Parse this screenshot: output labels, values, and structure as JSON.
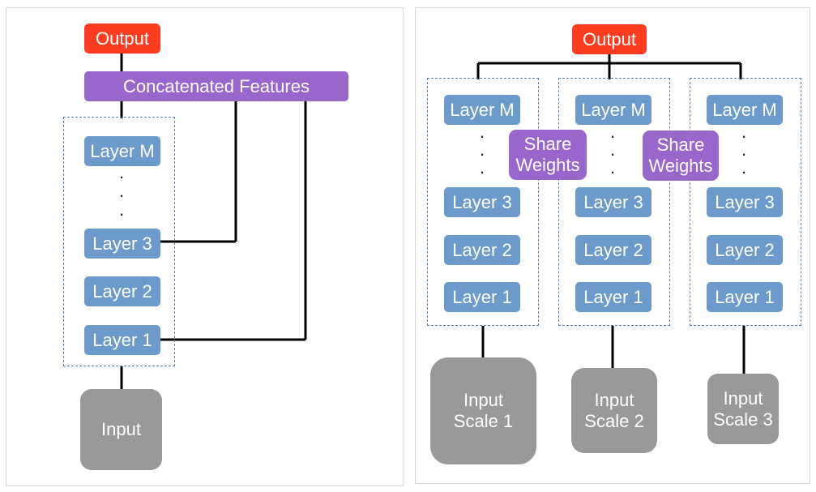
{
  "left": {
    "output": "Output",
    "concat": "Concatenated Features",
    "layers": {
      "m": "Layer M",
      "l3": "Layer 3",
      "l2": "Layer 2",
      "l1": "Layer 1"
    },
    "input": "Input"
  },
  "right": {
    "output": "Output",
    "share_weights": [
      "Share Weights",
      "Share Weights"
    ],
    "columns": [
      {
        "layers": {
          "m": "Layer M",
          "l3": "Layer 3",
          "l2": "Layer 2",
          "l1": "Layer 1"
        },
        "input_line1": "Input",
        "input_line2": "Scale 1"
      },
      {
        "layers": {
          "m": "Layer M",
          "l3": "Layer 3",
          "l2": "Layer 2",
          "l1": "Layer 1"
        },
        "input_line1": "Input",
        "input_line2": "Scale 2"
      },
      {
        "layers": {
          "m": "Layer M",
          "l3": "Layer 3",
          "l2": "Layer 2",
          "l1": "Layer 1"
        },
        "input_line1": "Input",
        "input_line2": "Scale 3"
      }
    ]
  },
  "dots": ".",
  "colors": {
    "output": "#fc3d21",
    "concat": "#9966cc",
    "layer": "#6c9bcb",
    "input": "#999999",
    "share": "#9966cc",
    "wire": "#000000",
    "group_border": "#5a7ea6"
  }
}
